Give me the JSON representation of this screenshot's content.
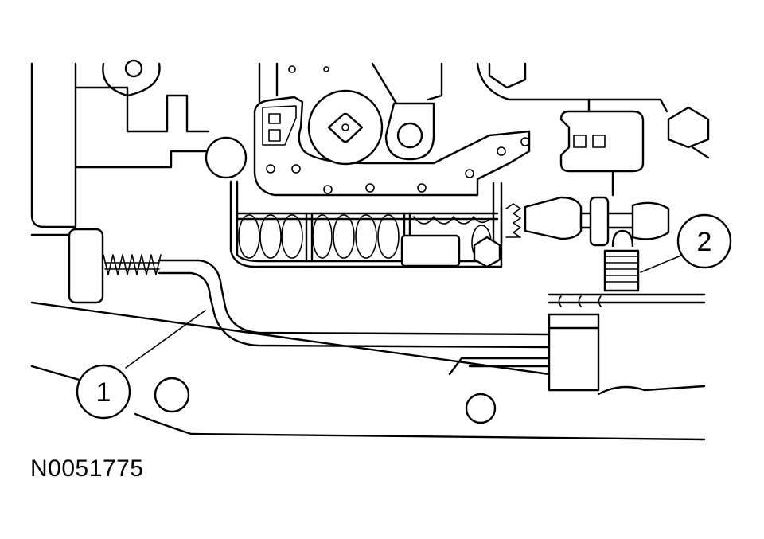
{
  "figure": {
    "id_label": "N0051775",
    "callouts": [
      {
        "number": "1"
      },
      {
        "number": "2"
      }
    ]
  },
  "colors": {
    "line": "#000000",
    "background": "#ffffff"
  }
}
